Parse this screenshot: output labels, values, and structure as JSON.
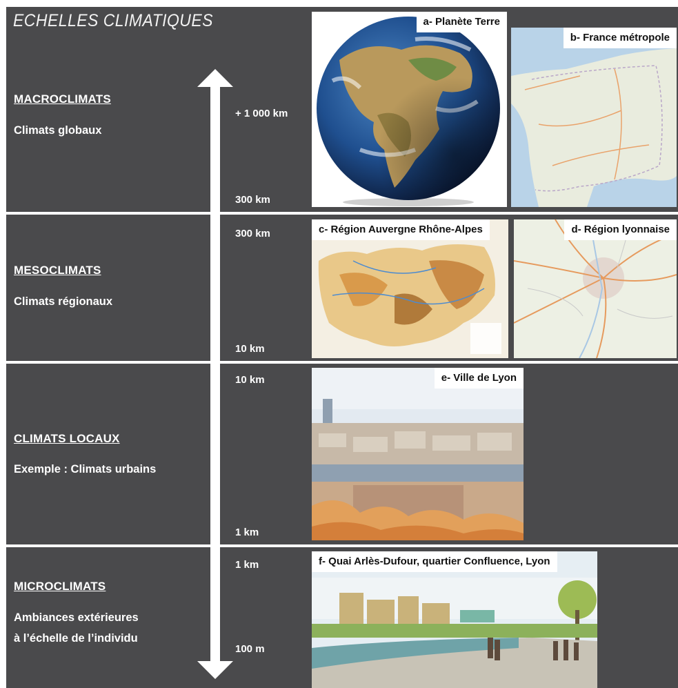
{
  "title": "ECHELLES CLIMATIQUES",
  "colors": {
    "band": "#4a4a4c",
    "text": "#ffffff"
  },
  "sections": [
    {
      "heading": "MACROCLIMATS",
      "subtitle": "Climats globaux",
      "scale_top": "+ 1 000 km",
      "scale_bottom": "300 km"
    },
    {
      "heading": "MESOCLIMATS",
      "subtitle": "Climats régionaux",
      "scale_top": "300 km",
      "scale_bottom": "10 km"
    },
    {
      "heading": "CLIMATS LOCAUX",
      "subtitle": "Exemple : Climats urbains",
      "scale_top": "10 km",
      "scale_bottom": "1 km"
    },
    {
      "heading": "MICROCLIMATS",
      "subtitle_line1": "Ambiances extérieures",
      "subtitle_line2": "à l’échelle de l’individu",
      "scale_top": "1 km",
      "scale_bottom": "100 m"
    }
  ],
  "images": [
    {
      "caption": "a- Planète Terre",
      "icon": "earth-globe-photo"
    },
    {
      "caption": "b- France métropole",
      "icon": "france-map"
    },
    {
      "caption": "c- Région Auvergne Rhône-Alpes",
      "icon": "relief-map"
    },
    {
      "caption": "d- Région lyonnaise",
      "icon": "road-map"
    },
    {
      "caption": "e- Ville de Lyon",
      "icon": "city-illustration"
    },
    {
      "caption": "f- Quai Arlès-Dufour, quartier Confluence, Lyon",
      "icon": "quay-illustration"
    }
  ]
}
